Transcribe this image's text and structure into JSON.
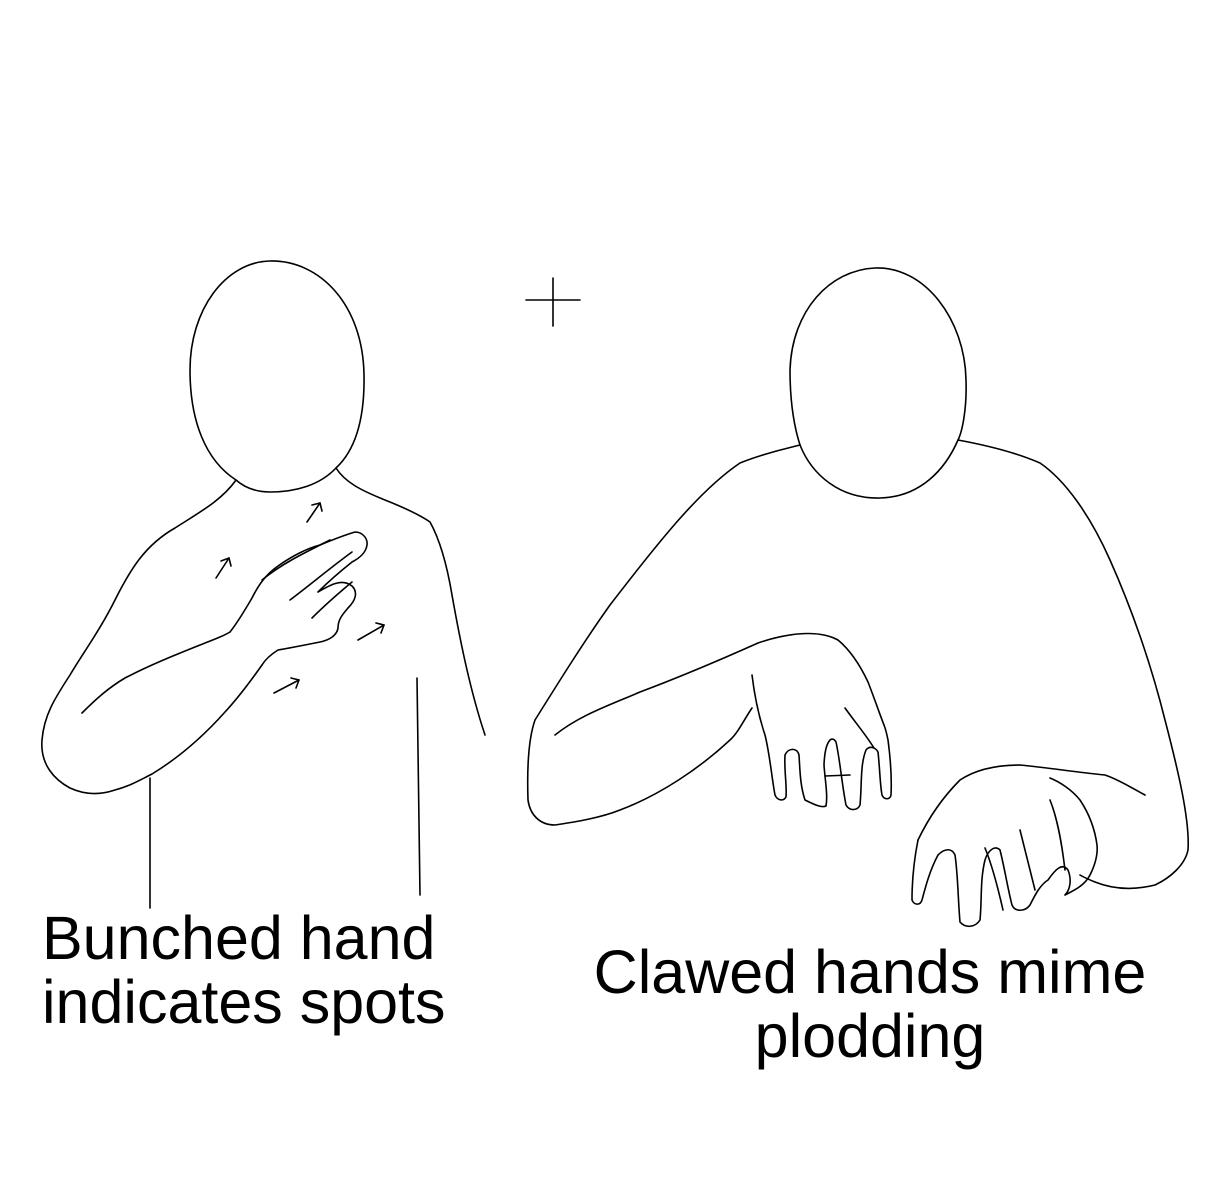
{
  "captions": {
    "left": {
      "line1": "Bunched hand",
      "line2": "indicates spots"
    },
    "right": {
      "line1": "Clawed hands mime",
      "line2": "plodding"
    }
  },
  "colors": {
    "background": "#ffffff",
    "ink": "#000000"
  },
  "icons": [
    "crosshair-icon",
    "arrow-up-right-icon"
  ]
}
